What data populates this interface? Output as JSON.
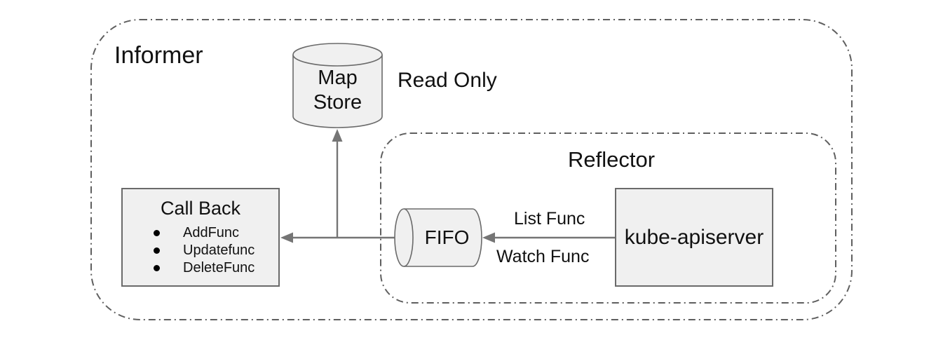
{
  "diagram": {
    "colors": {
      "background": "#ffffff",
      "shape_fill": "#f0f0f0",
      "shape_stroke": "#6a6a6a",
      "container_stroke": "#5f5f5f",
      "connector": "#757575",
      "text": "#111111"
    },
    "containers": {
      "informer": {
        "label": "Informer"
      },
      "reflector": {
        "label": "Reflector"
      }
    },
    "nodes": {
      "map_store": {
        "shape": "vertical-cylinder",
        "label_lines": [
          "Map",
          "Store"
        ]
      },
      "call_back": {
        "shape": "rectangle",
        "title": "Call Back",
        "items": [
          {
            "label": "AddFunc"
          },
          {
            "label": "Updatefunc"
          },
          {
            "label": "DeleteFunc"
          }
        ]
      },
      "fifo": {
        "shape": "horizontal-cylinder",
        "label": "FIFO"
      },
      "kube_apiserver": {
        "shape": "rectangle",
        "label": "kube-apiserver"
      }
    },
    "annotations": {
      "read_only": "Read Only",
      "list_func": "List Func",
      "watch_func": "Watch Func"
    },
    "edges": [
      {
        "from": "kube_apiserver",
        "to": "fifo",
        "labels": [
          "List Func",
          "Watch Func"
        ]
      },
      {
        "from": "fifo",
        "to": "call_back"
      },
      {
        "from": "fifo_callback_connector",
        "to": "map_store"
      }
    ]
  }
}
